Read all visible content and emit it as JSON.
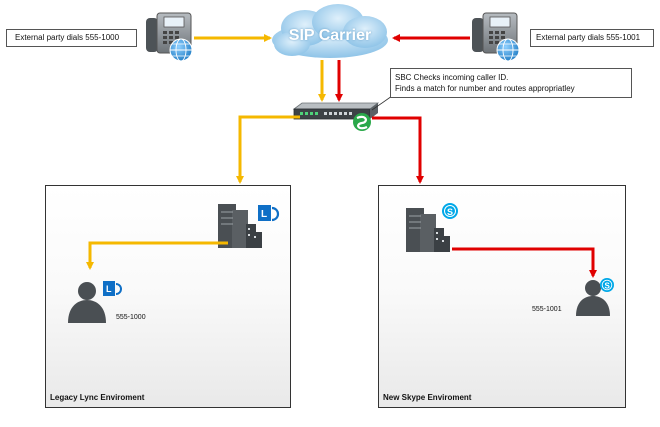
{
  "cloud": {
    "label": "SIP Carrier"
  },
  "external_left": {
    "label": "External party dials 555-1000"
  },
  "external_right": {
    "label": "External party dials 555-1001"
  },
  "sbc_note": {
    "line1": "SBC Checks incoming caller ID.",
    "line2": "Finds a match for number and routes appropriatley"
  },
  "legacy": {
    "label": "Legacy Lync Enviroment",
    "user_number": "555-1000"
  },
  "skype": {
    "label": "New Skype Enviroment",
    "user_number": "555-1001"
  },
  "colors": {
    "yellow_path": "#f5b800",
    "red_path": "#e00000",
    "cloud": "#a9d3f0",
    "lync": "#0f6fc6",
    "skype": "#00a8e8"
  }
}
